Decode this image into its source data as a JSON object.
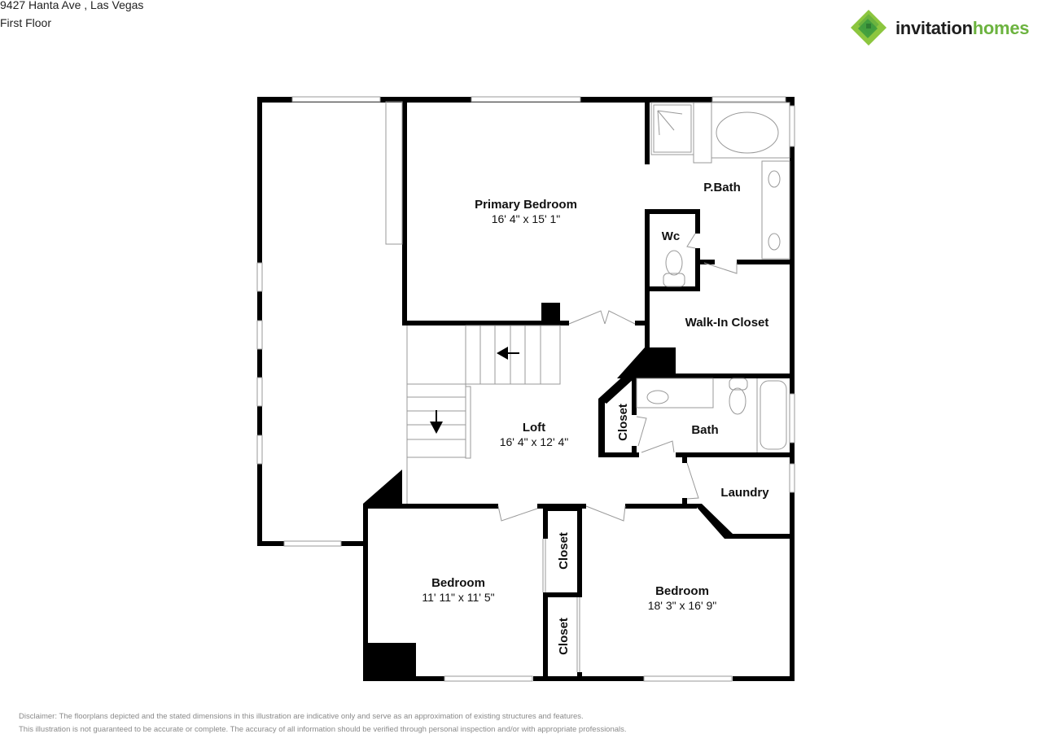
{
  "header": {
    "address": "9427 Hanta Ave , Las Vegas",
    "floor": "First Floor"
  },
  "logo": {
    "word1": "invitation",
    "word2": "homes",
    "icon": "invitation-homes-logo-icon",
    "colors": {
      "dark": "#1e1e1e",
      "green": "#6cb33f",
      "green_dark": "#3a9a3e"
    }
  },
  "rooms": {
    "primary_bedroom": {
      "label": "Primary Bedroom",
      "dims": "16' 4\" x 15' 1\""
    },
    "p_bath": {
      "label": "P.Bath"
    },
    "wc": {
      "label": "Wc"
    },
    "walk_in_closet": {
      "label": "Walk-In Closet"
    },
    "loft": {
      "label": "Loft",
      "dims": "16' 4\" x 12' 4\""
    },
    "closet_loft": {
      "label": "Closet"
    },
    "bath": {
      "label": "Bath"
    },
    "laundry": {
      "label": "Laundry"
    },
    "bedroom_left": {
      "label": "Bedroom",
      "dims": "11' 11\" x 11' 5\""
    },
    "closet_upper": {
      "label": "Closet"
    },
    "closet_lower": {
      "label": "Closet"
    },
    "bedroom_right": {
      "label": "Bedroom",
      "dims": "18' 3\" x 16' 9\""
    }
  },
  "disclaimer": {
    "line1": "Disclaimer: The floorplans depicted and the stated dimensions in this illustration are indicative only and serve as an approximation of existing structures and features.",
    "line2": "This illustration is not guaranteed to be accurate or complete. The accuracy of all information should be verified through personal inspection and/or with appropriate professionals."
  }
}
